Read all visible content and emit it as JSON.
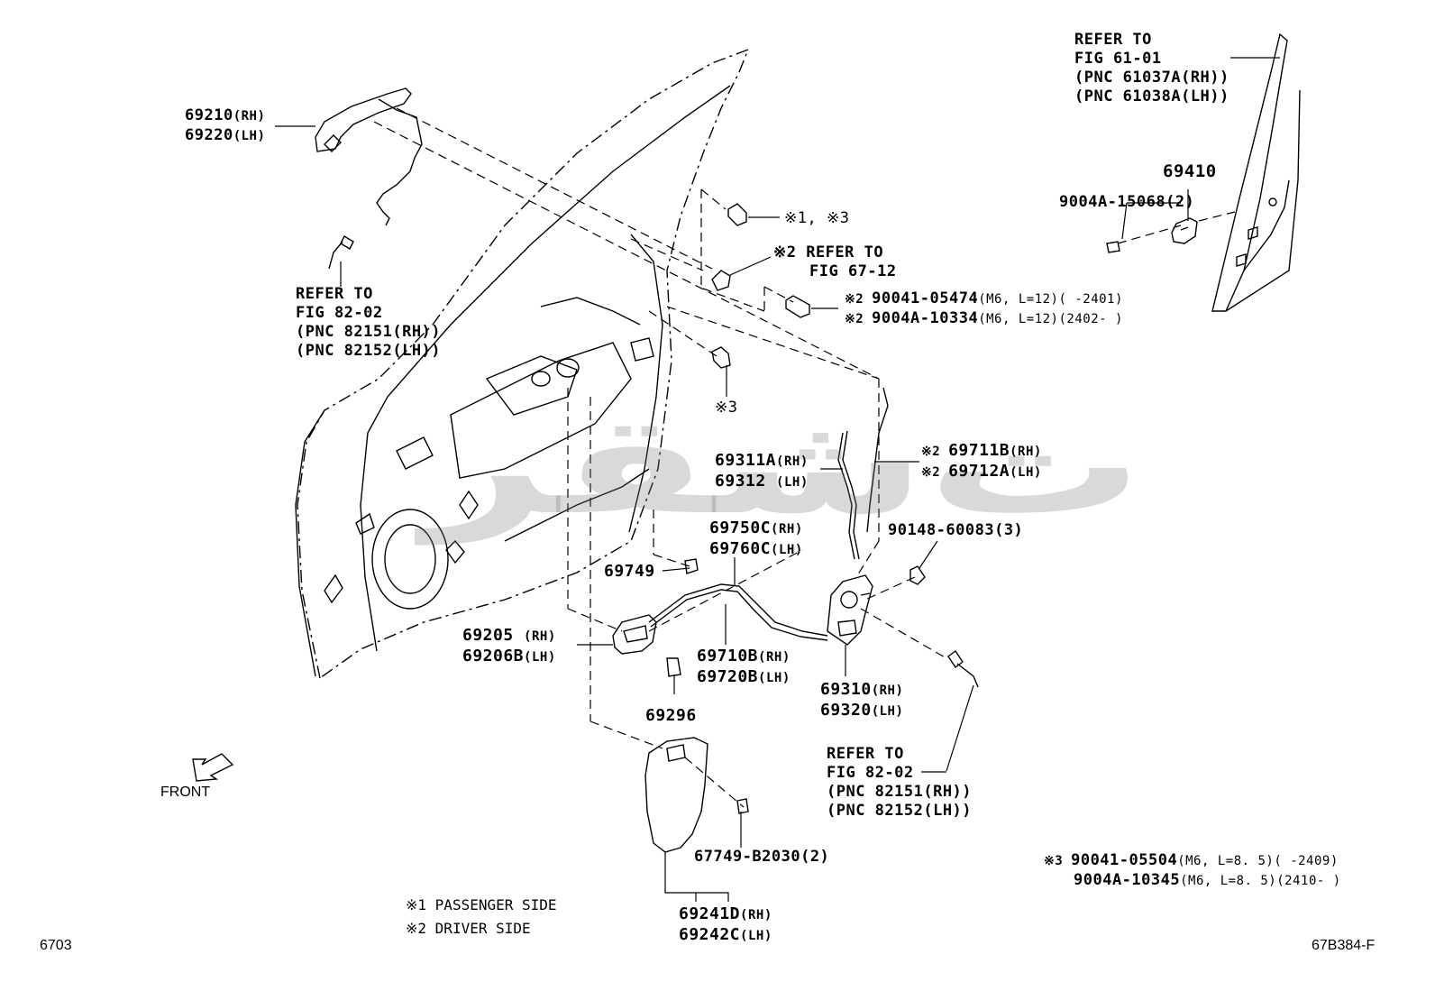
{
  "callouts": {
    "outer_handle": {
      "l1": "69210",
      "s1": "(RH)",
      "l2": "69220",
      "s2": "(LH)"
    },
    "ref_82_02_top": {
      "l1": "REFER TO",
      "l2": "FIG 82-02",
      "l3": "(PNC 82151(RH))",
      "l4": "(PNC 82152(LH))"
    },
    "ref_61_01": {
      "l1": "REFER TO",
      "l2": "FIG 61-01",
      "l3": "(PNC 61037A(RH))",
      "l4": "(PNC 61038A(LH))"
    },
    "striker": {
      "l1": "69410"
    },
    "striker_screw": {
      "l1": "9004A-15068(2)"
    },
    "bolt_13": {
      "l1": "※1, ※3"
    },
    "ref_67_12": {
      "l1": "※2 REFER TO",
      "l2": "FIG 67-12"
    },
    "bolt_2": {
      "p1": "※2 ",
      "l1": "90041-05474",
      "s1": "(M6, L=12)(      -2401)",
      "p2": "※2 ",
      "l2": "9004A-10334",
      "s2": "(M6, L=12)(2402-      )"
    },
    "bolt_3": {
      "l1": "※3"
    },
    "rod_a": {
      "l1": "69311A",
      "s1": "(RH)",
      "l2": "69312 ",
      "s2": "(LH)"
    },
    "rod_b": {
      "p1": "※2 ",
      "l1": "69711B",
      "s1": "(RH)",
      "p2": "※2 ",
      "l2": "69712A",
      "s2": "(LH)"
    },
    "lock_screw": {
      "l1": "90148-60083(3)"
    },
    "cable_c": {
      "l1": "69750C",
      "s1": "(RH)",
      "l2": "69760C",
      "s2": "(LH)"
    },
    "clip": {
      "l1": "69749"
    },
    "inner_handle": {
      "l1": "69205 ",
      "s1": "(RH)",
      "l2": "69206B",
      "s2": "(LH)"
    },
    "cable_b": {
      "l1": "69710B",
      "s1": "(RH)",
      "l2": "69720B",
      "s2": "(LH)"
    },
    "lock": {
      "l1": "69310",
      "s1": "(RH)",
      "l2": "69320",
      "s2": "(LH)"
    },
    "screw_296": {
      "l1": "69296"
    },
    "ref_82_02_bottom": {
      "l1": "REFER TO",
      "l2": "FIG  82-02",
      "l3": "(PNC 82151(RH))",
      "l4": "(PNC 82152(LH))"
    },
    "clip_677": {
      "l1": "67749-B2030(2)"
    },
    "cover": {
      "l1": "69241D",
      "s1": "(RH)",
      "l2": "69242C",
      "s2": "(LH)"
    },
    "bolt_notes": {
      "p1": "※3 ",
      "l1": "90041-05504",
      "s1": "(M6, L=8. 5)(      -2409)",
      "l2": "9004A-10345",
      "s2": "(M6, L=8. 5)(2410-      )"
    }
  },
  "notes": {
    "n1": "※1 PASSENGER SIDE",
    "n2": "※2 DRIVER SIDE"
  },
  "front_label": "FRONT",
  "page_code": "6703",
  "figure_code": "67B384-F",
  "watermark": "ﺕﺷﻘﺮ"
}
